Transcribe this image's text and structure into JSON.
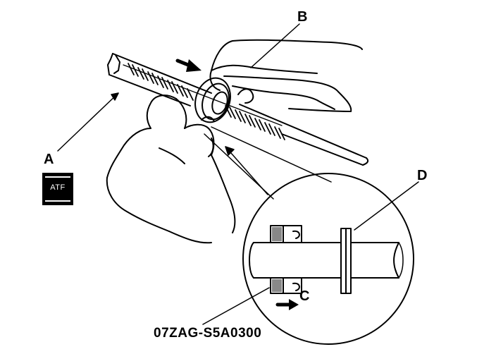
{
  "callouts": {
    "a": "A",
    "b": "B",
    "c": "C",
    "d": "D"
  },
  "badge": {
    "text": "ATF",
    "icon": "atf-fluid-symbol",
    "background": "#000000",
    "foreground": "#ffffff"
  },
  "tool_number": "07ZAG-S5A0300",
  "colors": {
    "line": "#000000",
    "background": "#ffffff"
  }
}
